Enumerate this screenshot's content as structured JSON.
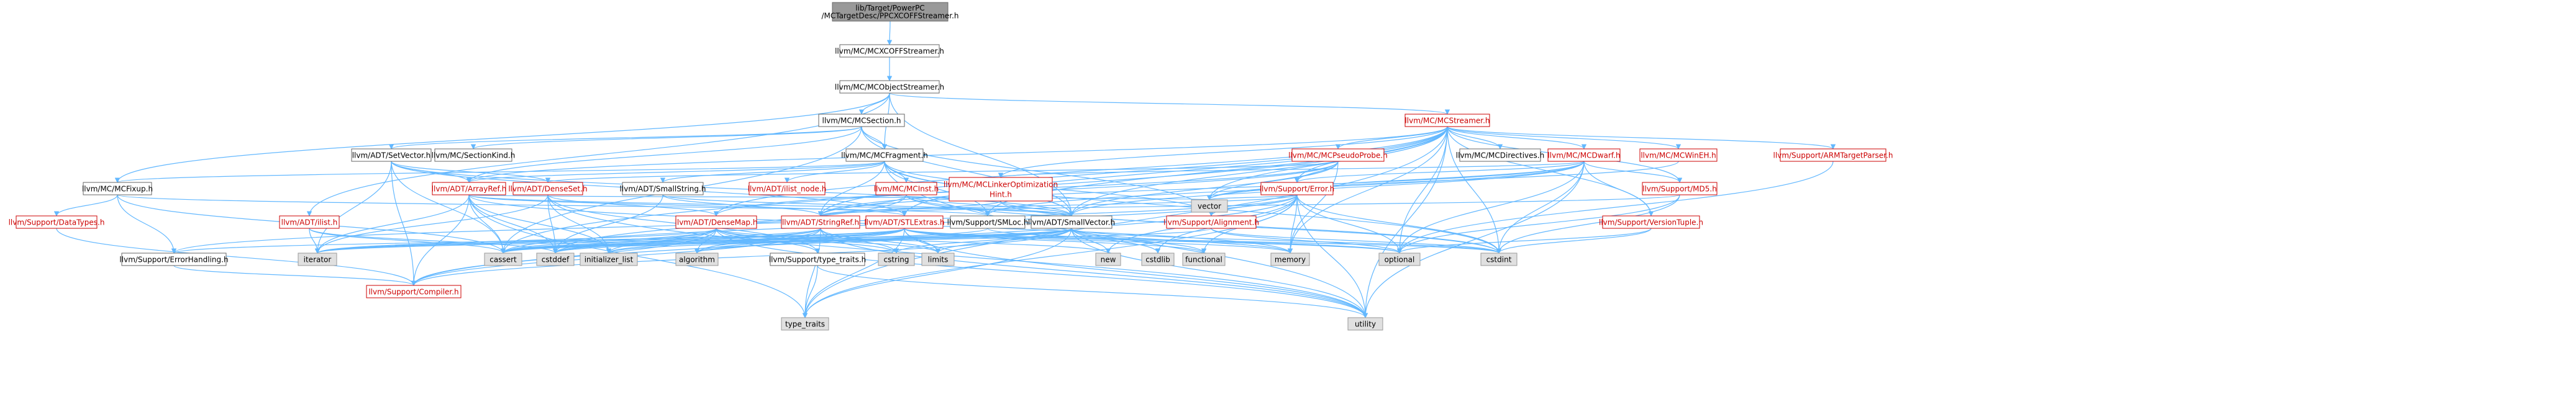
{
  "colors": {
    "edge": "#63b8ff",
    "start_fill": "#999999",
    "red_text": "#cc0000",
    "grey_fill": "#e0e0e0",
    "border": "#666666"
  },
  "nodes": [
    {
      "id": "n_start",
      "label": "lib/Target/PowerPC/MCTargetDesc/PPCXCOFFStreamer.h",
      "kind": "start"
    },
    {
      "id": "n_xcoff",
      "label": "llvm/MC/MCXCOFFStreamer.h",
      "kind": "plain"
    },
    {
      "id": "n_objstr",
      "label": "llvm/MC/MCObjectStreamer.h",
      "kind": "plain"
    },
    {
      "id": "n_mcsec",
      "label": "llvm/MC/MCSection.h",
      "kind": "plain"
    },
    {
      "id": "n_mcstreamer",
      "label": "llvm/MC/MCStreamer.h",
      "kind": "red"
    },
    {
      "id": "n_setvec",
      "label": "llvm/ADT/SetVector.h",
      "kind": "plain"
    },
    {
      "id": "n_seckind",
      "label": "llvm/MC/SectionKind.h",
      "kind": "plain"
    },
    {
      "id": "n_frag",
      "label": "llvm/MC/MCFragment.h",
      "kind": "plain"
    },
    {
      "id": "n_pseudo",
      "label": "llvm/MC/MCPseudoProbe.h",
      "kind": "red"
    },
    {
      "id": "n_directives",
      "label": "llvm/MC/MCDirectives.h",
      "kind": "plain"
    },
    {
      "id": "n_dwarf",
      "label": "llvm/MC/MCDwarf.h",
      "kind": "red"
    },
    {
      "id": "n_winin",
      "label": "llvm/MC/MCWinEH.h",
      "kind": "red"
    },
    {
      "id": "n_armtp",
      "label": "llvm/Support/ARMTargetParser.h",
      "kind": "red"
    },
    {
      "id": "n_fixup",
      "label": "llvm/MC/MCFixup.h",
      "kind": "plain"
    },
    {
      "id": "n_arrayref",
      "label": "llvm/ADT/ArrayRef.h",
      "kind": "red"
    },
    {
      "id": "n_denseset",
      "label": "llvm/ADT/DenseSet.h",
      "kind": "red"
    },
    {
      "id": "n_smallstring",
      "label": "llvm/ADT/SmallString.h",
      "kind": "plain"
    },
    {
      "id": "n_ilistnode",
      "label": "llvm/ADT/ilist_node.h",
      "kind": "red"
    },
    {
      "id": "n_mcinst",
      "label": "llvm/MC/MCInst.h",
      "kind": "red"
    },
    {
      "id": "n_linkeropt",
      "label": "llvm/MC/MCLinkerOptimization Hint.h",
      "kind": "red"
    },
    {
      "id": "n_error",
      "label": "llvm/Support/Error.h",
      "kind": "red"
    },
    {
      "id": "n_md5",
      "label": "llvm/Support/MD5.h",
      "kind": "red"
    },
    {
      "id": "n_datatypes",
      "label": "llvm/Support/DataTypes.h",
      "kind": "red"
    },
    {
      "id": "n_ilist",
      "label": "llvm/ADT/ilist.h",
      "kind": "red"
    },
    {
      "id": "n_densemap",
      "label": "llvm/ADT/DenseMap.h",
      "kind": "red"
    },
    {
      "id": "n_stringref",
      "label": "llvm/ADT/StringRef.h",
      "kind": "red"
    },
    {
      "id": "n_stlextras",
      "label": "llvm/ADT/STLExtras.h",
      "kind": "red"
    },
    {
      "id": "n_smloc",
      "label": "llvm/Support/SMLoc.h",
      "kind": "plain"
    },
    {
      "id": "n_smallvec",
      "label": "llvm/ADT/SmallVector.h",
      "kind": "plain"
    },
    {
      "id": "n_alignment",
      "label": "llvm/Support/Alignment.h",
      "kind": "red"
    },
    {
      "id": "n_versiontuple",
      "label": "llvm/Support/VersionTuple.h",
      "kind": "red"
    },
    {
      "id": "n_vector",
      "label": "vector",
      "kind": "grey"
    },
    {
      "id": "n_errhandling",
      "label": "llvm/Support/ErrorHandling.h",
      "kind": "plain"
    },
    {
      "id": "n_iterator",
      "label": "iterator",
      "kind": "grey"
    },
    {
      "id": "n_cassert",
      "label": "cassert",
      "kind": "grey"
    },
    {
      "id": "n_cstddef",
      "label": "cstddef",
      "kind": "grey"
    },
    {
      "id": "n_initlist",
      "label": "initializer_list",
      "kind": "grey"
    },
    {
      "id": "n_algorithm",
      "label": "algorithm",
      "kind": "grey"
    },
    {
      "id": "n_typetraits_h",
      "label": "llvm/Support/type_traits.h",
      "kind": "plain"
    },
    {
      "id": "n_cstring",
      "label": "cstring",
      "kind": "grey"
    },
    {
      "id": "n_limits",
      "label": "limits",
      "kind": "grey"
    },
    {
      "id": "n_new",
      "label": "new",
      "kind": "grey"
    },
    {
      "id": "n_cstdlib",
      "label": "cstdlib",
      "kind": "grey"
    },
    {
      "id": "n_functional",
      "label": "functional",
      "kind": "grey"
    },
    {
      "id": "n_memory",
      "label": "memory",
      "kind": "grey"
    },
    {
      "id": "n_optional",
      "label": "optional",
      "kind": "grey"
    },
    {
      "id": "n_cstdint",
      "label": "cstdint",
      "kind": "grey"
    },
    {
      "id": "n_compiler",
      "label": "llvm/Support/Compiler.h",
      "kind": "red"
    },
    {
      "id": "n_typetraits",
      "label": "type_traits",
      "kind": "grey"
    },
    {
      "id": "n_utility",
      "label": "utility",
      "kind": "grey"
    }
  ],
  "edges": [
    [
      "n_start",
      "n_xcoff"
    ],
    [
      "n_xcoff",
      "n_objstr"
    ],
    [
      "n_objstr",
      "n_mcsec"
    ],
    [
      "n_objstr",
      "n_mcstreamer"
    ],
    [
      "n_objstr",
      "n_frag"
    ],
    [
      "n_objstr",
      "n_fixup"
    ],
    [
      "n_objstr",
      "n_smallvec"
    ],
    [
      "n_objstr",
      "n_ilist"
    ],
    [
      "n_mcsec",
      "n_setvec"
    ],
    [
      "n_mcsec",
      "n_seckind"
    ],
    [
      "n_mcsec",
      "n_frag"
    ],
    [
      "n_mcsec",
      "n_arrayref"
    ],
    [
      "n_mcsec",
      "n_smallvec"
    ],
    [
      "n_mcsec",
      "n_alignment"
    ],
    [
      "n_mcsec",
      "n_cassert"
    ],
    [
      "n_mcstreamer",
      "n_pseudo"
    ],
    [
      "n_mcstreamer",
      "n_directives"
    ],
    [
      "n_mcstreamer",
      "n_dwarf"
    ],
    [
      "n_mcstreamer",
      "n_winin"
    ],
    [
      "n_mcstreamer",
      "n_armtp"
    ],
    [
      "n_mcstreamer",
      "n_linkeropt"
    ],
    [
      "n_mcstreamer",
      "n_error"
    ],
    [
      "n_mcstreamer",
      "n_md5"
    ],
    [
      "n_mcstreamer",
      "n_versiontuple"
    ],
    [
      "n_mcstreamer",
      "n_smallvec"
    ],
    [
      "n_mcstreamer",
      "n_stringref"
    ],
    [
      "n_mcstreamer",
      "n_smloc"
    ],
    [
      "n_mcstreamer",
      "n_arrayref"
    ],
    [
      "n_mcstreamer",
      "n_densemap"
    ],
    [
      "n_mcstreamer",
      "n_vector"
    ],
    [
      "n_mcstreamer",
      "n_memory"
    ],
    [
      "n_mcstreamer",
      "n_optional"
    ],
    [
      "n_mcstreamer",
      "n_cstdint"
    ],
    [
      "n_mcstreamer",
      "n_cassert"
    ],
    [
      "n_mcstreamer",
      "n_utility"
    ],
    [
      "n_mcstreamer",
      "n_stlextras"
    ],
    [
      "n_mcstreamer",
      "n_typetraits"
    ],
    [
      "n_setvec",
      "n_arrayref"
    ],
    [
      "n_setvec",
      "n_denseset"
    ],
    [
      "n_setvec",
      "n_stlextras"
    ],
    [
      "n_setvec",
      "n_smallvec"
    ],
    [
      "n_setvec",
      "n_compiler"
    ],
    [
      "n_setvec",
      "n_cassert"
    ],
    [
      "n_setvec",
      "n_iterator"
    ],
    [
      "n_frag",
      "n_arrayref"
    ],
    [
      "n_frag",
      "n_smallstring"
    ],
    [
      "n_frag",
      "n_smallvec"
    ],
    [
      "n_frag",
      "n_stringref"
    ],
    [
      "n_frag",
      "n_ilistnode"
    ],
    [
      "n_frag",
      "n_mcfixup_dummy"
    ],
    [
      "n_frag",
      "n_mcinst"
    ],
    [
      "n_frag",
      "n_alignment"
    ],
    [
      "n_frag",
      "n_smloc"
    ],
    [
      "n_frag",
      "n_cstdint"
    ],
    [
      "n_frag",
      "n_utility"
    ],
    [
      "n_frag",
      "n_fixup"
    ],
    [
      "n_pseudo",
      "n_densemap"
    ],
    [
      "n_pseudo",
      "n_denseset"
    ],
    [
      "n_pseudo",
      "n_smallvec"
    ],
    [
      "n_pseudo",
      "n_error"
    ],
    [
      "n_pseudo",
      "n_vector"
    ],
    [
      "n_pseudo",
      "n_memory"
    ],
    [
      "n_pseudo",
      "n_stringref"
    ],
    [
      "n_dwarf",
      "n_md5"
    ],
    [
      "n_dwarf",
      "n_error"
    ],
    [
      "n_dwarf",
      "n_smallvec"
    ],
    [
      "n_dwarf",
      "n_stringref"
    ],
    [
      "n_dwarf",
      "n_smloc"
    ],
    [
      "n_dwarf",
      "n_vector"
    ],
    [
      "n_dwarf",
      "n_optional"
    ],
    [
      "n_dwarf",
      "n_cstdint"
    ],
    [
      "n_dwarf",
      "n_utility"
    ],
    [
      "n_dwarf",
      "n_versiontuple"
    ],
    [
      "n_dwarf",
      "n_linkeropt"
    ],
    [
      "n_winin",
      "n_vector"
    ],
    [
      "n_armtp",
      "n_optional"
    ],
    [
      "n_fixup",
      "n_datatypes"
    ],
    [
      "n_fixup",
      "n_errhandling"
    ],
    [
      "n_fixup",
      "n_smloc"
    ],
    [
      "n_fixup",
      "n_cassert"
    ],
    [
      "n_arrayref",
      "n_stlextras"
    ],
    [
      "n_arrayref",
      "n_smallvec"
    ],
    [
      "n_arrayref",
      "n_compiler"
    ],
    [
      "n_arrayref",
      "n_cassert"
    ],
    [
      "n_arrayref",
      "n_cstddef"
    ],
    [
      "n_arrayref",
      "n_initlist"
    ],
    [
      "n_arrayref",
      "n_iterator"
    ],
    [
      "n_arrayref",
      "n_memory"
    ],
    [
      "n_arrayref",
      "n_typetraits"
    ],
    [
      "n_arrayref",
      "n_vector"
    ],
    [
      "n_denseset",
      "n_densemap"
    ],
    [
      "n_denseset",
      "n_cstddef"
    ],
    [
      "n_denseset",
      "n_initlist"
    ],
    [
      "n_denseset",
      "n_iterator"
    ],
    [
      "n_denseset",
      "n_utility"
    ],
    [
      "n_denseset",
      "n_typetraits_h"
    ],
    [
      "n_smallstring",
      "n_smallvec"
    ],
    [
      "n_smallstring",
      "n_stringref"
    ],
    [
      "n_smallstring",
      "n_cstddef"
    ],
    [
      "n_mcinst",
      "n_smloc"
    ],
    [
      "n_mcinst",
      "n_smallvec"
    ],
    [
      "n_mcinst",
      "n_stringref"
    ],
    [
      "n_mcinst",
      "n_cstddef"
    ],
    [
      "n_mcinst",
      "n_cstdint"
    ],
    [
      "n_linkeropt",
      "n_smallvec"
    ],
    [
      "n_linkeropt",
      "n_stringref"
    ],
    [
      "n_linkeropt",
      "n_cstdint"
    ],
    [
      "n_error",
      "n_stringref"
    ],
    [
      "n_error",
      "n_errhandling"
    ],
    [
      "n_error",
      "n_compiler"
    ],
    [
      "n_error",
      "n_alignment"
    ],
    [
      "n_error",
      "n_cassert"
    ],
    [
      "n_error",
      "n_cstdint"
    ],
    [
      "n_error",
      "n_cstdlib"
    ],
    [
      "n_error",
      "n_functional"
    ],
    [
      "n_error",
      "n_memory"
    ],
    [
      "n_error",
      "n_new"
    ],
    [
      "n_error",
      "n_optional"
    ],
    [
      "n_error",
      "n_typetraits"
    ],
    [
      "n_error",
      "n_utility"
    ],
    [
      "n_error",
      "n_vector"
    ],
    [
      "n_md5",
      "n_stringref"
    ],
    [
      "n_md5",
      "n_cstdint"
    ],
    [
      "n_md5",
      "n_optional"
    ],
    [
      "n_ilist",
      "n_iterator"
    ],
    [
      "n_ilist",
      "n_cassert"
    ],
    [
      "n_ilist",
      "n_cstddef"
    ],
    [
      "n_densemap",
      "n_stringref"
    ],
    [
      "n_densemap",
      "n_algorithm"
    ],
    [
      "n_densemap",
      "n_cassert"
    ],
    [
      "n_densemap",
      "n_cstddef"
    ],
    [
      "n_densemap",
      "n_cstring"
    ],
    [
      "n_densemap",
      "n_initlist"
    ],
    [
      "n_densemap",
      "n_iterator"
    ],
    [
      "n_densemap",
      "n_limits"
    ],
    [
      "n_densemap",
      "n_new"
    ],
    [
      "n_densemap",
      "n_typetraits_h"
    ],
    [
      "n_densemap",
      "n_utility"
    ],
    [
      "n_densemap",
      "n_compiler"
    ],
    [
      "n_stringref",
      "n_algorithm"
    ],
    [
      "n_stringref",
      "n_cassert"
    ],
    [
      "n_stringref",
      "n_cstddef"
    ],
    [
      "n_stringref",
      "n_cstring"
    ],
    [
      "n_stringref",
      "n_limits"
    ],
    [
      "n_stringref",
      "n_typetraits"
    ],
    [
      "n_stringref",
      "n_utility"
    ],
    [
      "n_stringref",
      "n_iterator"
    ],
    [
      "n_stringref",
      "n_compiler"
    ],
    [
      "n_stlextras",
      "n_algorithm"
    ],
    [
      "n_stlextras",
      "n_cassert"
    ],
    [
      "n_stlextras",
      "n_cstddef"
    ],
    [
      "n_stlextras",
      "n_functional"
    ],
    [
      "n_stlextras",
      "n_initlist"
    ],
    [
      "n_stlextras",
      "n_iterator"
    ],
    [
      "n_stlextras",
      "n_limits"
    ],
    [
      "n_stlextras",
      "n_memory"
    ],
    [
      "n_stlextras",
      "n_optional"
    ],
    [
      "n_stlextras",
      "n_typetraits"
    ],
    [
      "n_stlextras",
      "n_utility"
    ],
    [
      "n_stlextras",
      "n_cstdint"
    ],
    [
      "n_stlextras",
      "n_errhandling"
    ],
    [
      "n_smloc",
      "n_cassert"
    ],
    [
      "n_smloc",
      "n_optional"
    ],
    [
      "n_smallvec",
      "n_algorithm"
    ],
    [
      "n_smallvec",
      "n_cassert"
    ],
    [
      "n_smallvec",
      "n_cstddef"
    ],
    [
      "n_smallvec",
      "n_cstdlib"
    ],
    [
      "n_smallvec",
      "n_cstring"
    ],
    [
      "n_smallvec",
      "n_functional"
    ],
    [
      "n_smallvec",
      "n_initlist"
    ],
    [
      "n_smallvec",
      "n_iterator"
    ],
    [
      "n_smallvec",
      "n_limits"
    ],
    [
      "n_smallvec",
      "n_memory"
    ],
    [
      "n_smallvec",
      "n_new"
    ],
    [
      "n_smallvec",
      "n_typetraits"
    ],
    [
      "n_smallvec",
      "n_utility"
    ],
    [
      "n_smallvec",
      "n_compiler"
    ],
    [
      "n_smallvec",
      "n_cstdint"
    ],
    [
      "n_alignment",
      "n_cassert"
    ],
    [
      "n_alignment",
      "n_optional"
    ],
    [
      "n_alignment",
      "n_cstdint"
    ],
    [
      "n_versiontuple",
      "n_optional"
    ],
    [
      "n_versiontuple",
      "n_cstdint"
    ],
    [
      "n_errhandling",
      "n_compiler"
    ],
    [
      "n_typetraits_h",
      "n_typetraits"
    ],
    [
      "n_typetraits_h",
      "n_utility"
    ],
    [
      "n_datatypes",
      "n_compiler"
    ]
  ]
}
